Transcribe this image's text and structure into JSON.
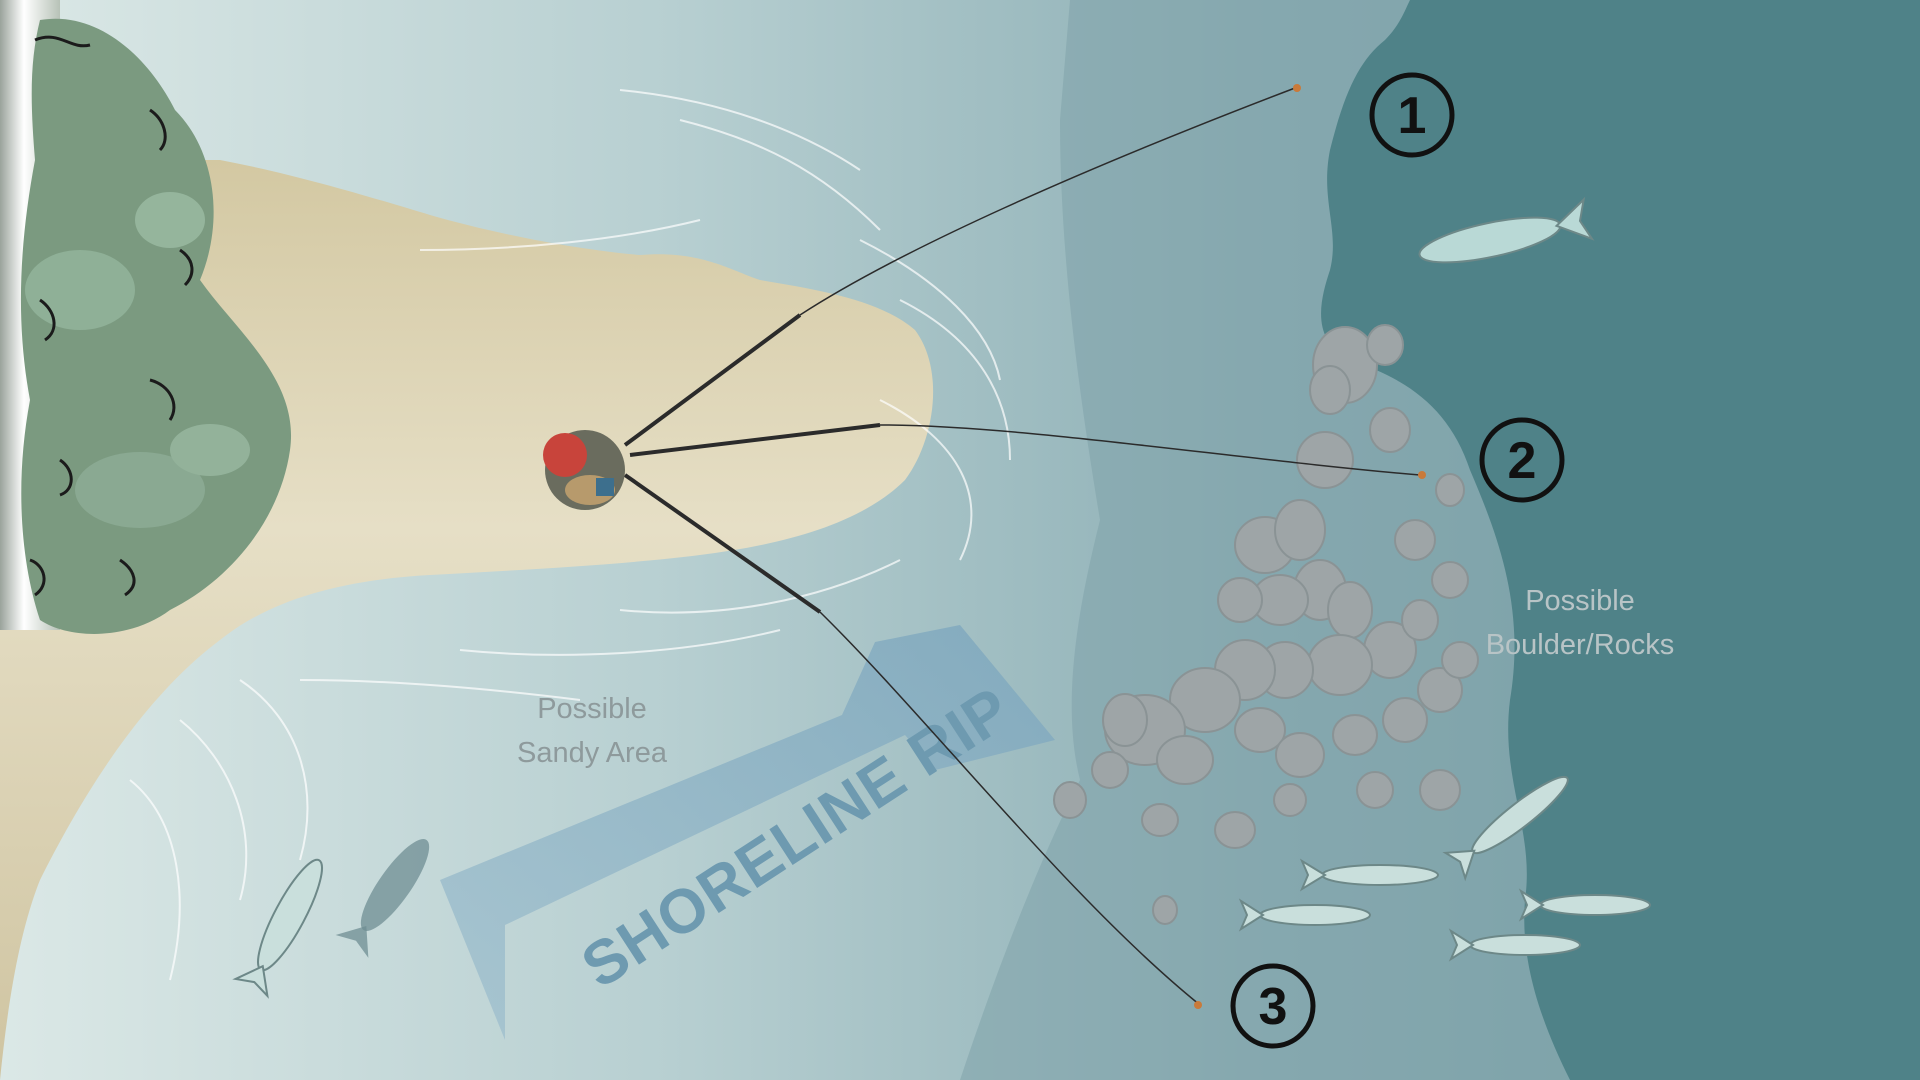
{
  "labels": {
    "sandy_line1": "Possible",
    "sandy_line2": "Sandy Area",
    "rocks_line1": "Possible",
    "rocks_line2": "Boulder/Rocks",
    "rip": "SHORELINE RIP"
  },
  "casts": [
    {
      "number": "1"
    },
    {
      "number": "2"
    },
    {
      "number": "3"
    }
  ],
  "icons": [
    "angler-icon",
    "tarpon-fish-icon",
    "rock-icon",
    "tree-icon",
    "current-arrow-icon"
  ],
  "colors": {
    "shallow_water": "#c9dcdc",
    "mid_water": "#8fb0b6",
    "deep_water": "#4f8288",
    "sand": "#d8ceaa",
    "trees": "#7a9a80",
    "rocks": "#9ea5a7",
    "rip_arrow": "#8fb3c6"
  }
}
